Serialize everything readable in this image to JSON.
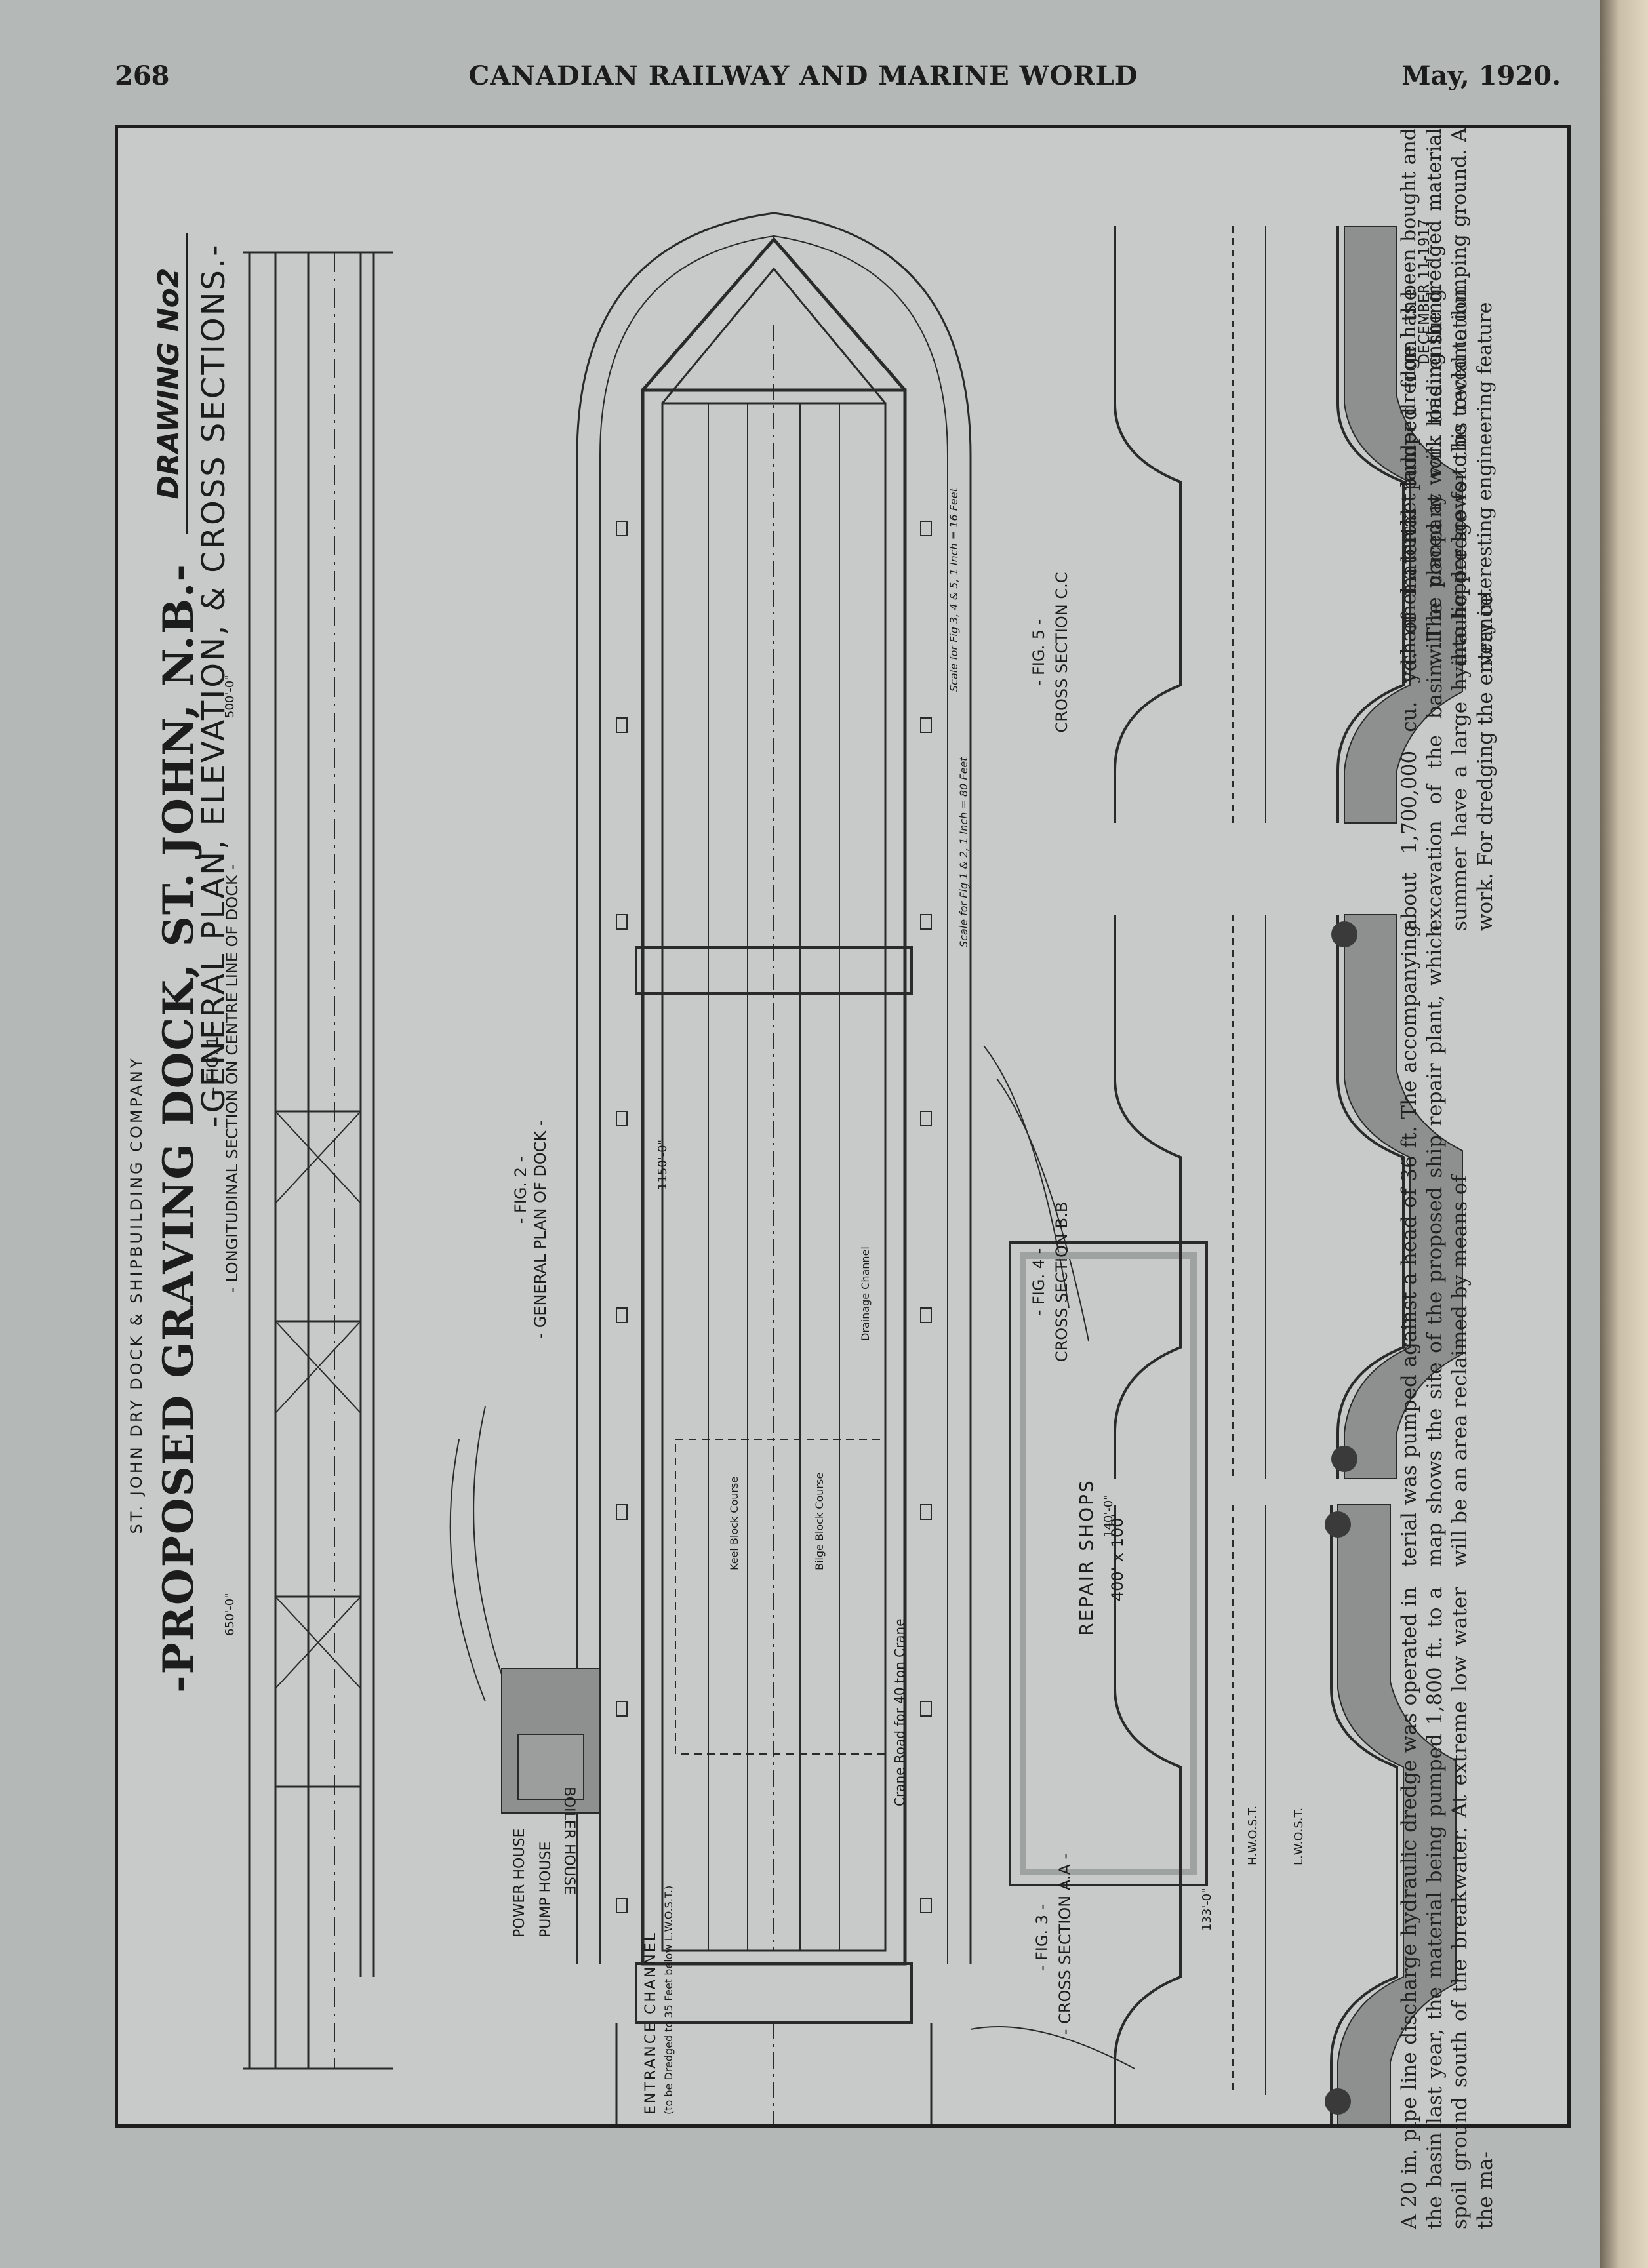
{
  "header": {
    "page_number": "268",
    "publication": "CANADIAN RAILWAY AND MARINE WORLD",
    "date": "May, 1920."
  },
  "drawing": {
    "company": "ST. JOHN DRY DOCK & SHIPBUILDING COMPANY",
    "title": "-PROPOSED GRAVING DOCK, ST. JOHN, N.B.-",
    "subtitle": "-GENERAL PLAN, ELEVATION, & CROSS SECTIONS.-",
    "drawing_no": "DRAWING No2",
    "date": "DECEMBER 11-1917",
    "fig1_label": "- FIG. 1 -",
    "fig1_title": "- LONGITUDINAL SECTION ON CENTRE LINE OF DOCK -",
    "fig2_label": "- FIG. 2 -",
    "fig2_title": "- GENERAL PLAN OF DOCK -",
    "fig3_label": "- FIG. 3 -",
    "fig3_title": "- CROSS SECTION A.A -",
    "fig4_label": "- FIG. 4 -",
    "fig4_title": "CROSS SECTION B.B",
    "fig5_label": "- FIG. 5 -",
    "fig5_title": "CROSS SECTION C.C",
    "repair_shops": "REPAIR SHOPS",
    "repair_shops_size": "400' x 100'",
    "boiler_house": "BOILER HOUSE",
    "pump_house": "PUMP HOUSE",
    "power_house": "POWER HOUSE",
    "entrance_channel": "ENTRANCE CHANNEL",
    "entrance_channel_note": "(to be Dredged to 35 Feet below L.W.O.S.T.)",
    "crane_road": "Crane Road for 40 ton Crane",
    "keel_block": "Keel Block Course",
    "bilge_block": "Bilge Block Course",
    "drainage_channel": "Drainage Channel",
    "scale_note_1": "Scale for Fig 1 & 2, 1 Inch = 80 Feet",
    "scale_note_2": "Scale for Fig 3, 4 & 5, 1 Inch = 16 Feet",
    "dim_length_1": "1150'-0\"",
    "dim_length_2": "650'-0\"",
    "dim_length_3": "500'-0\"",
    "dim_width": "133'-0\"",
    "dim_depth": "140'-0\"",
    "level_high": "H.W.O.S.T.",
    "level_low": "L.W.O.S.T."
  },
  "text": {
    "col1": "A 20 in. pipe line discharge hydraulic dredge was operated in the basin last year, the material being pumped 1,800 ft. to a spoil ground south of the breakwater. At extreme low water the ma-",
    "col2": "terial was pumped against a head of 36 ft. The accompanying map shows the site of the proposed ship repair plant, which will be an area reclaimed by means of",
    "col3": "about 1,700,000 cu. yd. of material pumped from the excavation of the basin. The company will this ensuing summer have a large hydraulic dredge for this reclamation work. For dredging the entrance",
    "col4": "channel a bucket ladder dredge has been bought and will be placed at work loading the dredged material into hopper scows to be towed to dumping ground. A very interesting engineering feature"
  }
}
